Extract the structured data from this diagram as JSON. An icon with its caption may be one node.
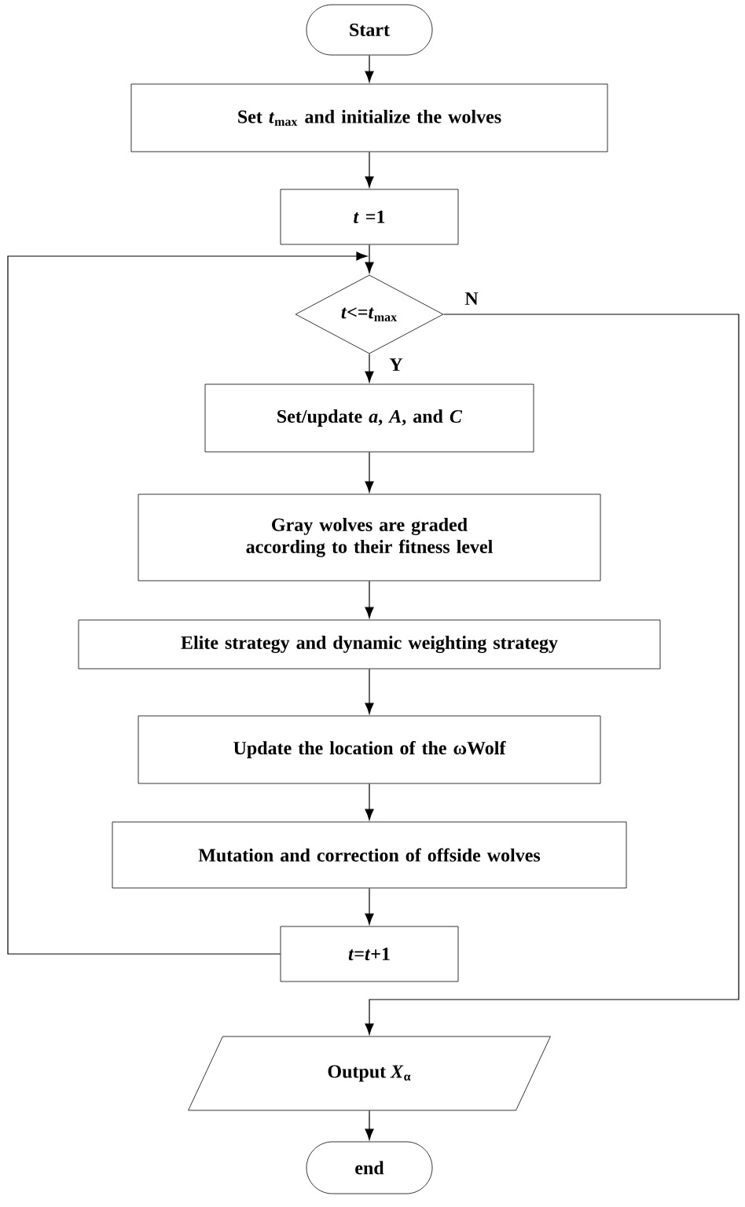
{
  "diagram": {
    "nodes": [
      {
        "text": [
          "Start"
        ]
      },
      {
        "text": [
          "Set *t*$_{max}$ and initialize the wolves"
        ]
      },
      {
        "text": [
          "*t* =1"
        ]
      },
      {
        "text": [
          "*t*<=*t*$_{max}$"
        ]
      },
      {
        "text": [
          "Set/update *a*, *A*, and *C*"
        ]
      },
      {
        "text": [
          "Gray wolves are graded according to their fitness level"
        ]
      },
      {
        "text": [
          "Elite strategy and dynamic weighting strategy"
        ]
      },
      {
        "text": [
          "Update the location of the ωWolf"
        ]
      },
      {
        "text": [
          "Mutation and correction of offside wolves"
        ]
      },
      {
        "text": [
          "*t*=*t*+1"
        ]
      },
      {
        "text": [
          "Output *X*$_{α}$"
        ]
      },
      {
        "text": [
          "end"
        ]
      }
    ],
    "edges": [
      {
        "from": 0,
        "to": 1,
        "arrow": "to"
      },
      {
        "from": 1,
        "to": 2,
        "arrow": "to"
      },
      {
        "from": 2,
        "to": 3,
        "arrow": "to"
      },
      {
        "from": 3,
        "to": 4,
        "arrow": "to",
        "label": "Y"
      },
      {
        "from": 4,
        "to": 5,
        "arrow": "to"
      },
      {
        "from": 5,
        "to": 6,
        "arrow": "to"
      },
      {
        "from": 6,
        "to": 7,
        "arrow": "to"
      },
      {
        "from": 7,
        "to": 8,
        "arrow": "to"
      },
      {
        "from": 8,
        "to": 9,
        "arrow": "to"
      },
      {
        "from": 9,
        "to": 3,
        "arrow": "to"
      },
      {
        "from": 3,
        "to": 10,
        "arrow": "to",
        "label": "N"
      },
      {
        "from": 10,
        "to": 11,
        "arrow": "to"
      }
    ]
  }
}
